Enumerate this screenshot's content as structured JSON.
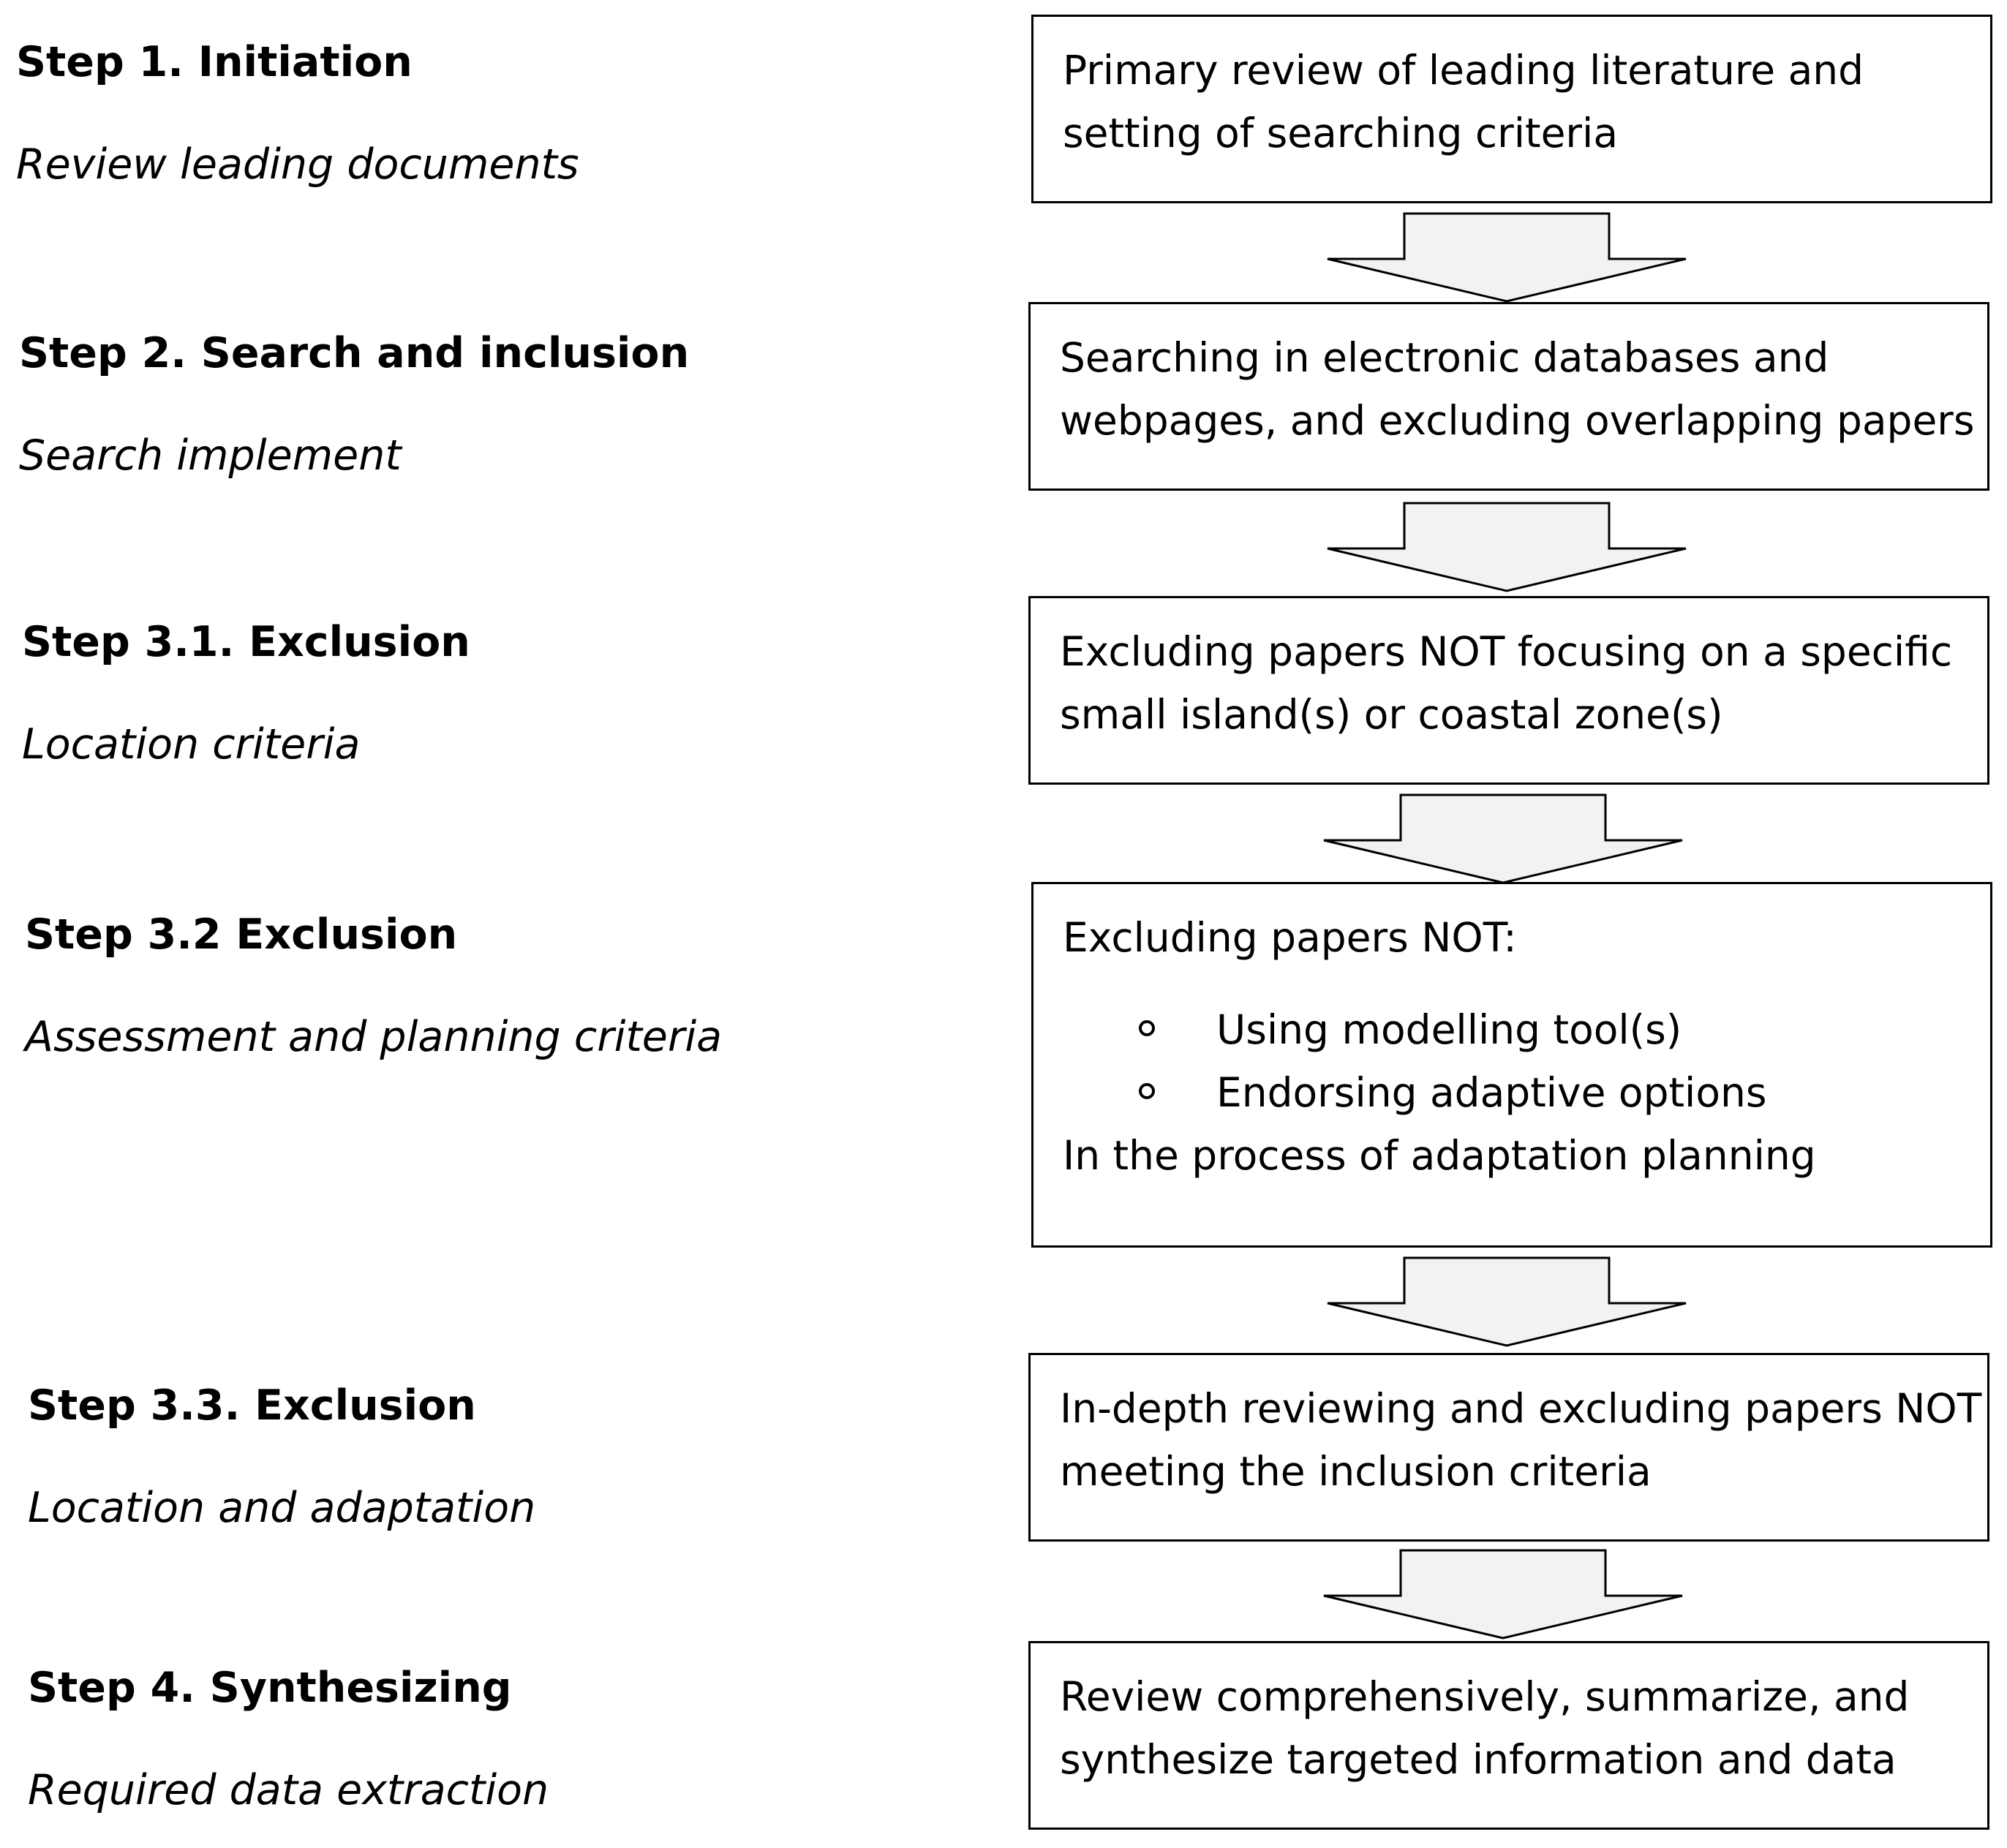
{
  "steps": [
    {
      "title": "Step 1. Initiation",
      "subtitle": "Review leading documents"
    },
    {
      "title": "Step 2. Search and inclusion",
      "subtitle": "Search implement"
    },
    {
      "title": "Step 3.1. Exclusion",
      "subtitle": "Location criteria"
    },
    {
      "title": "Step 3.2 Exclusion",
      "subtitle": "Assessment and planning criteria"
    },
    {
      "title": "Step 3.3. Exclusion",
      "subtitle": "Location and adaptation"
    },
    {
      "title": "Step 4. Synthesizing",
      "subtitle": "Required data extraction"
    }
  ],
  "boxes": [
    {
      "lines": [
        "Primary review of leading literature and",
        "setting of searching criteria"
      ]
    },
    {
      "lines": [
        "Searching in electronic databases and",
        "webpages, and excluding overlapping papers"
      ]
    },
    {
      "lines": [
        "Excluding papers NOT focusing on a specific",
        "small island(s) or coastal zone(s)"
      ]
    },
    {
      "intro": "Excluding papers NOT:",
      "bullets": [
        "Using modelling tool(s)",
        "Endorsing adaptive options"
      ],
      "outro": "In the process of adaptation planning"
    },
    {
      "lines": [
        "In-depth reviewing and excluding papers NOT",
        "meeting the inclusion criteria"
      ]
    },
    {
      "lines": [
        "Review comprehensively, summarize, and",
        "synthesize targeted information and data"
      ]
    }
  ],
  "colors": {
    "arrow_fill": "#f2f2f2",
    "stroke": "#000000"
  }
}
